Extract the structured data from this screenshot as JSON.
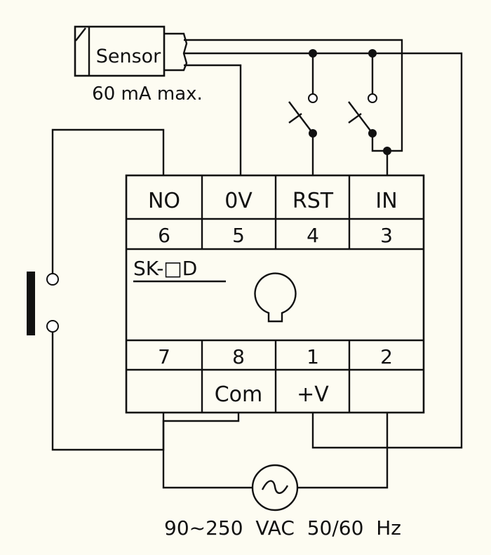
{
  "sensor": {
    "label": "Sensor",
    "rating": "60 mA max."
  },
  "relay": {
    "model": "SK-□D",
    "top_labels": [
      "NO",
      "0V",
      "RST",
      "IN"
    ],
    "top_numbers": [
      "6",
      "5",
      "4",
      "3"
    ],
    "bottom_numbers": [
      "7",
      "8",
      "1",
      "2"
    ],
    "bottom_labels": [
      "",
      "Com",
      "+V",
      ""
    ]
  },
  "supply": {
    "label": "90~250  VAC  50/60  Hz",
    "icon": "ac-source-icon"
  },
  "colors": {
    "background": "#fdfcf2",
    "ink": "#111111"
  }
}
